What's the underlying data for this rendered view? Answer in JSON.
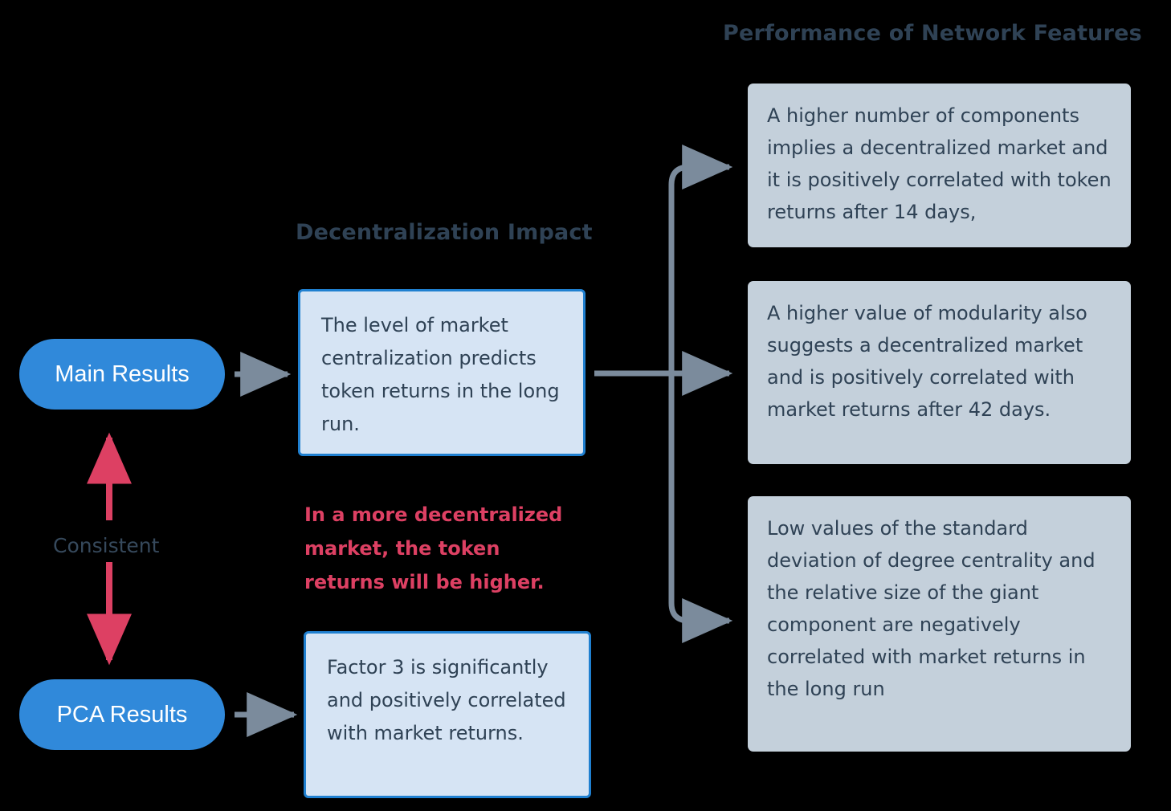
{
  "diagram": {
    "background_color": "#000000",
    "accent_blue": "#3089da",
    "box_blue_fill": "#d6e4f4",
    "box_blue_border": "#2080d0",
    "box_gray_fill": "#c4d0db",
    "text_dark": "#2f4255",
    "arrow_gray": "#7b8b9c",
    "arrow_red": "#dd4063"
  },
  "titles": {
    "performance": "Performance of Network Features",
    "decentralization": "Decentralization Impact"
  },
  "pills": {
    "main_results": "Main Results",
    "pca_results": "PCA Results"
  },
  "connector_label": {
    "consistent": "Consistent"
  },
  "blue_boxes": {
    "decentralization_impact": "The level of market centralization predicts token returns in the long run.",
    "pca_factor": "Factor 3 is significantly and positively correlated with market returns."
  },
  "red_note": "In a more decentralized market, the token returns will be higher.",
  "gray_boxes": [
    {
      "id": "components",
      "text": "A higher number of components implies a decentralized market and it is positively correlated with token returns after 14 days,"
    },
    {
      "id": "modularity",
      "text": "A higher value of modularity also suggests a decentralized market and is positively correlated with market returns after 42 days."
    },
    {
      "id": "degree-centrality",
      "text": "Low values of the standard deviation of degree centrality and the relative size of the giant component are negatively correlated with market returns in the long run"
    }
  ]
}
